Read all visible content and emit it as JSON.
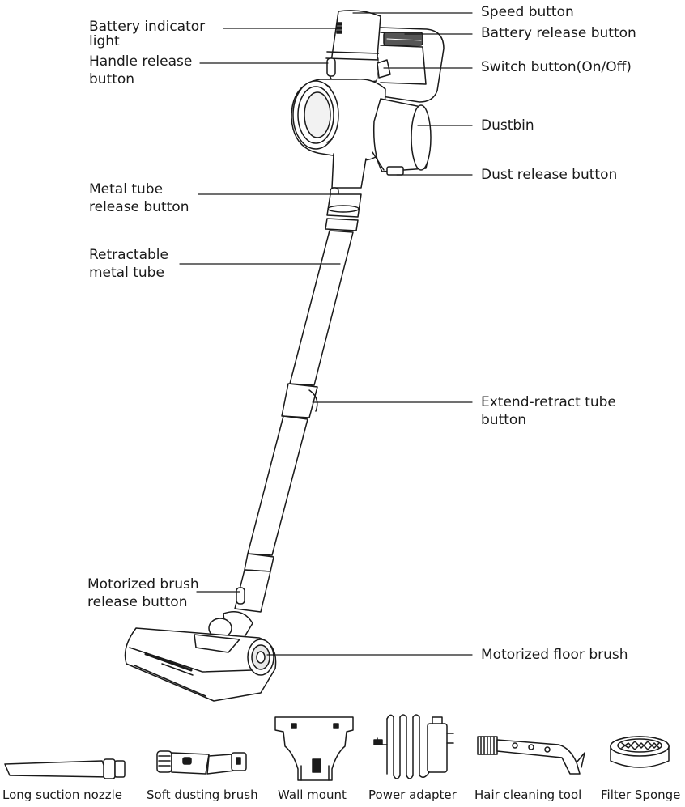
{
  "labels": {
    "battery_indicator": [
      "Battery indicator",
      "light"
    ],
    "handle_release": [
      "Handle release",
      "button"
    ],
    "metal_tube_release": [
      "Metal tube",
      "release button"
    ],
    "retractable_tube": [
      "Retractable",
      "metal tube"
    ],
    "motorized_brush_release": [
      "Motorized brush",
      "release button"
    ],
    "speed_button": "Speed button",
    "battery_release": "Battery release button",
    "switch_button": "Switch button(On/Off)",
    "dustbin": "Dustbin",
    "dust_release": "Dust release button",
    "extend_retract": [
      "Extend-retract tube",
      "button"
    ],
    "floor_brush": "Motorized floor brush"
  },
  "accessories": [
    {
      "label": "Long suction nozzle",
      "icon": "long-suction-nozzle-icon"
    },
    {
      "label": "Soft dusting brush",
      "icon": "soft-dusting-brush-icon"
    },
    {
      "label": "Wall mount",
      "icon": "wall-mount-icon"
    },
    {
      "label": "Power adapter",
      "icon": "power-adapter-icon"
    },
    {
      "label": "Hair cleaning tool",
      "icon": "hair-cleaning-tool-icon"
    },
    {
      "label": "Filter Sponge",
      "icon": "filter-sponge-icon"
    }
  ],
  "colors": {
    "line": "#1a1a1a",
    "fill": "#ffffff",
    "shade": "#d9d9d9"
  }
}
